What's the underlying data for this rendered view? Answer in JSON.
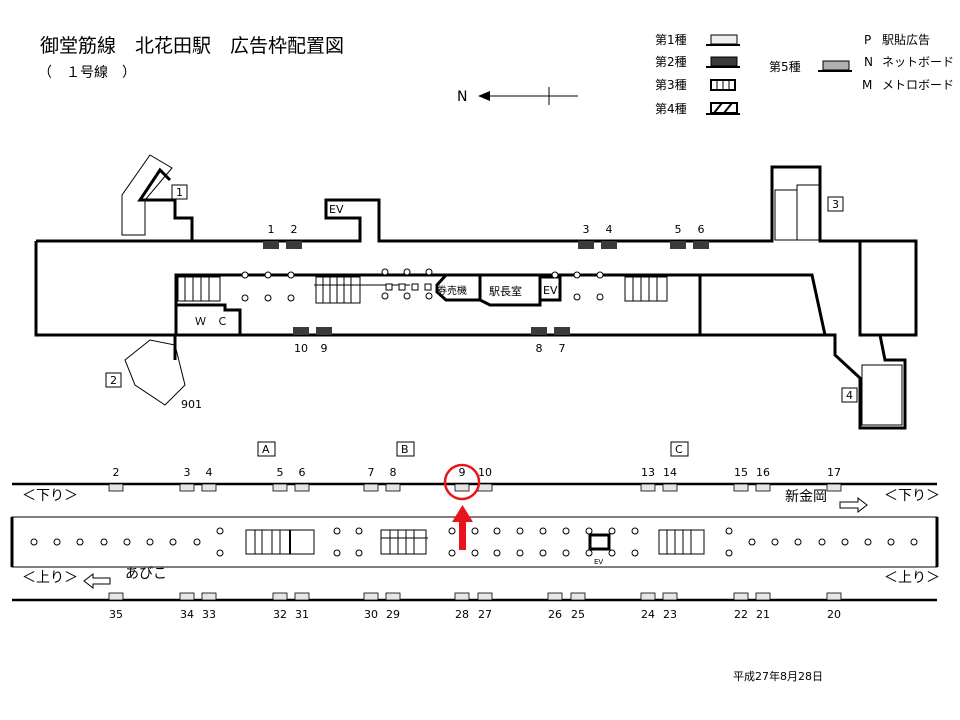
{
  "header": {
    "title": "御堂筋線　北花田駅　広告枠配置図",
    "subtitle": "（　１号線　）",
    "north_label": "N",
    "date": "平成27年8月28日"
  },
  "legend": {
    "types": [
      "第1種",
      "第2種",
      "第3種",
      "第4種",
      "第5種"
    ],
    "codes": [
      {
        "code": "P",
        "label": "駅貼広告"
      },
      {
        "code": "N",
        "label": "ネットボード"
      },
      {
        "code": "M",
        "label": "メトロボード"
      }
    ]
  },
  "colors": {
    "type1": "#e6e6e6",
    "type2": "#3a3a3a",
    "type5": "#b0b0b0",
    "highlight": "#e8141b"
  },
  "concourse": {
    "exits": [
      "1",
      "2",
      "3",
      "4"
    ],
    "rooms": {
      "ev": "EV",
      "wc": "Ｗ　Ｃ",
      "ticket": "券売機",
      "office": "駅長室",
      "special": "901"
    },
    "boards": [
      "1",
      "2",
      "3",
      "4",
      "5",
      "6",
      "10",
      "9",
      "8",
      "7"
    ]
  },
  "platform": {
    "sections": [
      "A",
      "B",
      "C"
    ],
    "down_label": "＜下り＞",
    "up_label": "＜上り＞",
    "down_direction": "新金岡",
    "up_direction": "あびこ",
    "ev_label": "EV",
    "top_boards": [
      "2",
      "3",
      "4",
      "5",
      "6",
      "7",
      "8",
      "9",
      "10",
      "13",
      "14",
      "15",
      "16",
      "17"
    ],
    "bottom_boards": [
      "35",
      "34",
      "33",
      "32",
      "31",
      "30",
      "29",
      "28",
      "27",
      "26",
      "25",
      "24",
      "23",
      "22",
      "21",
      "20"
    ],
    "highlighted_board": "9"
  }
}
